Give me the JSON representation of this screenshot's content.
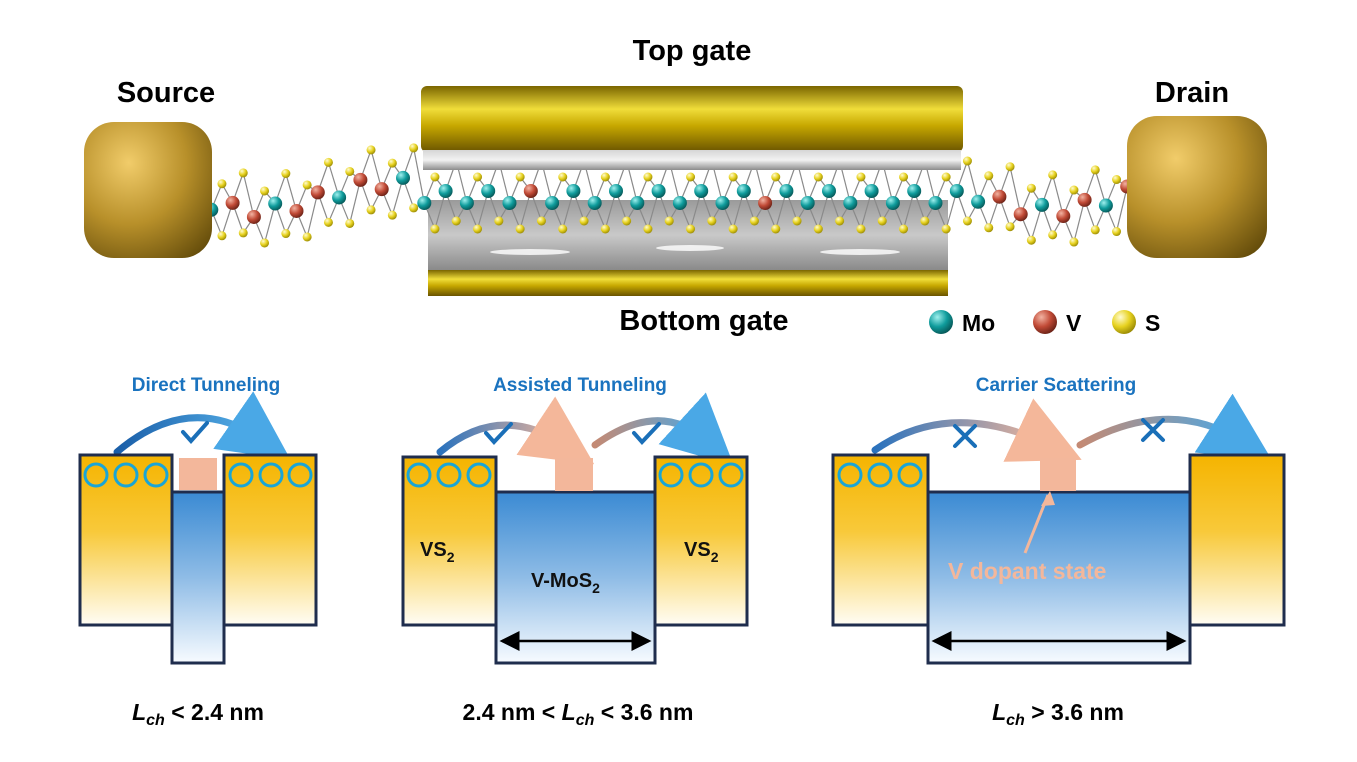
{
  "device": {
    "top_gate": "Top gate",
    "bottom_gate": "Bottom gate",
    "source": "Source",
    "drain": "Drain"
  },
  "legend": [
    {
      "label": "Mo",
      "color": "#0f9c9c"
    },
    {
      "label": "V",
      "color": "#c14a36"
    },
    {
      "label": "S",
      "color": "#e7d21f"
    }
  ],
  "panels": [
    {
      "title": "Direct Tunneling",
      "marks": [
        "check"
      ],
      "condition": {
        "l": "L",
        "sub": "ch",
        "rest": " < 2.4 nm"
      }
    },
    {
      "title": "Assisted Tunneling",
      "marks": [
        "check",
        "check"
      ],
      "left_label": {
        "main": "VS",
        "sub": "2"
      },
      "middle_label": {
        "main": "V-MoS",
        "sub": "2"
      },
      "right_label": {
        "main": "VS",
        "sub": "2"
      },
      "condition": {
        "pre": "2.4 nm < ",
        "l": "L",
        "sub": "ch",
        "rest": " < 3.6 nm"
      }
    },
    {
      "title": "Carrier Scattering",
      "marks": [
        "cross",
        "cross"
      ],
      "dopant_label": "V dopant state",
      "condition": {
        "l": "L",
        "sub": "ch",
        "rest": " > 3.6 nm"
      }
    }
  ],
  "colors": {
    "gold": "#f5b400",
    "blue": "#3f8fd6",
    "accent": "#1a73bf",
    "dopant": "#f3b79b",
    "outline": "#1f2d4d"
  }
}
